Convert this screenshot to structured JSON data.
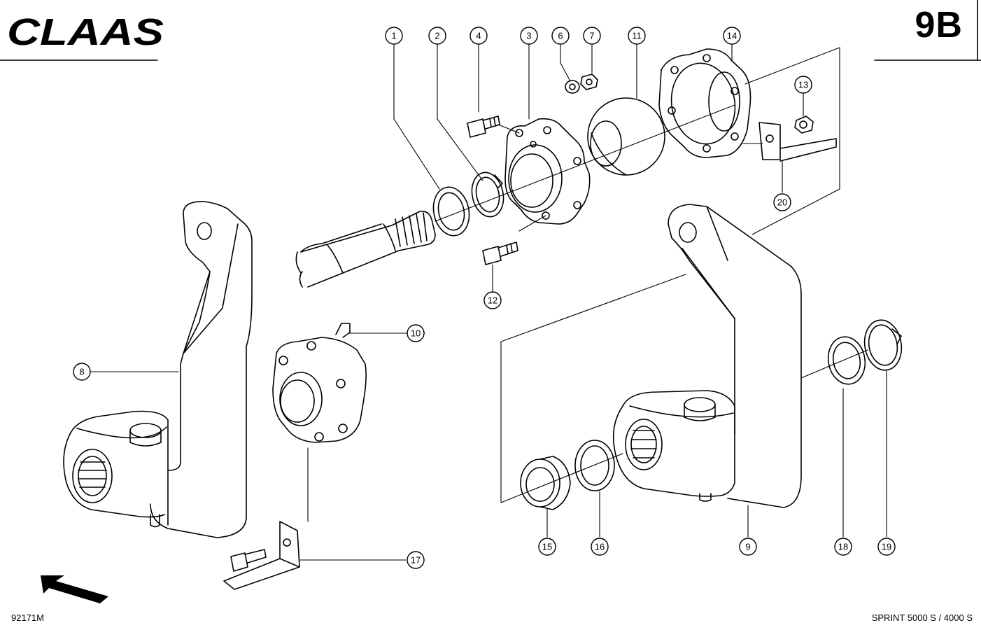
{
  "header": {
    "brand": "CLAAS",
    "page_code": "9B"
  },
  "footer": {
    "drawing_number": "92171M",
    "model": "SPRINT 5000 S / 4000 S"
  },
  "callouts": [
    "1",
    "2",
    "3",
    "4",
    "6",
    "7",
    "8",
    "9",
    "10",
    "11",
    "12",
    "13",
    "14",
    "15",
    "16",
    "17",
    "18",
    "19",
    "20"
  ],
  "icons": {
    "direction_arrow": "arrow-icon"
  }
}
